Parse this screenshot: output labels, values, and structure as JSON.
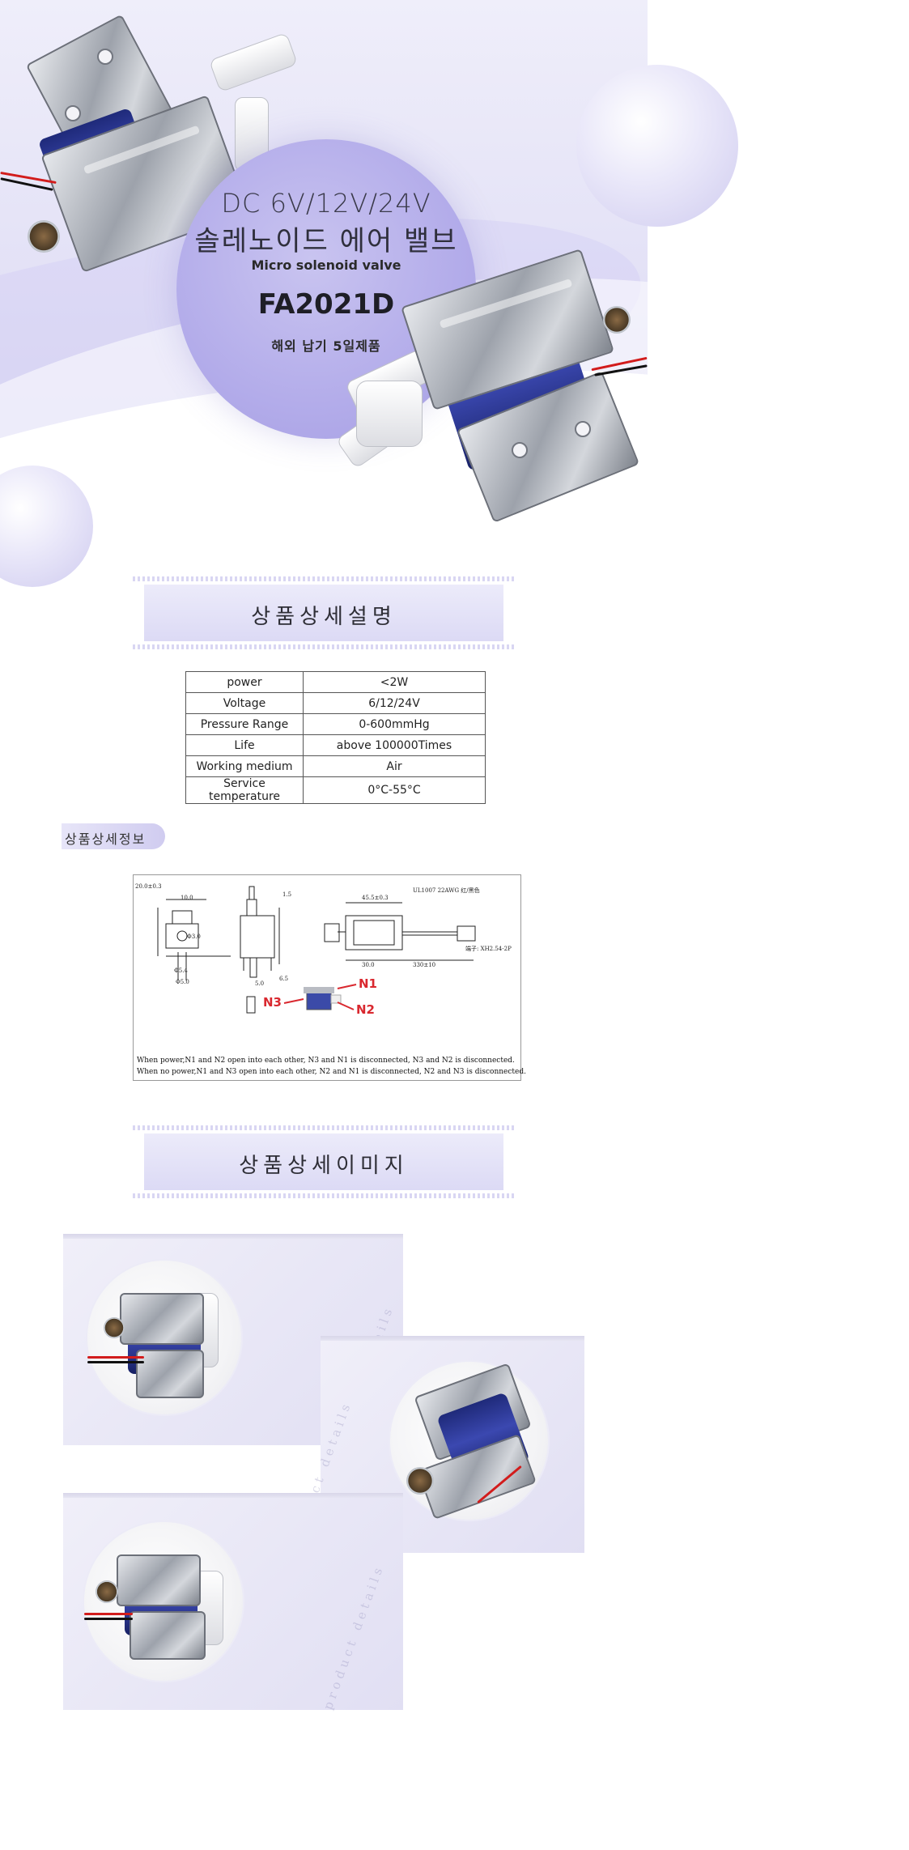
{
  "hero": {
    "line1": "DC 6V/12V/24V",
    "line2": "솔레노이드 에어 밸브",
    "line3": "Micro solenoid valve",
    "model": "FA2021D",
    "line5": "해외 납기 5일제품"
  },
  "section_detail": {
    "title": "상품상세설명"
  },
  "specs": [
    {
      "key": "power",
      "value": "<2W"
    },
    {
      "key": "Voltage",
      "value": "6/12/24V"
    },
    {
      "key": "Pressure Range",
      "value": "0-600mmHg"
    },
    {
      "key": "Life",
      "value": "above 100000Times"
    },
    {
      "key": "Working medium",
      "value": "Air"
    },
    {
      "key": "Service temperature",
      "value": "0°C-55°C"
    }
  ],
  "tag_info": {
    "label": "상품상세정보"
  },
  "diagram": {
    "caption1": "When power,N1 and N2 open into each other, N3 and N1 is disconnected, N3 and N2 is disconnected.",
    "caption2": "When no power,N1 and N3 open into each other, N2 and N1 is disconnected, N2 and N3 is disconnected.",
    "n1": "N1",
    "n2": "N2",
    "n3": "N3",
    "dims": [
      "20.0±0.3",
      "10.0",
      "Φ3.0",
      "Φ5.4",
      "Φ5.0",
      "45.5±0.3",
      "30.0",
      "330±10",
      "UL1007 22AWG 红/黑色",
      "端子: XH2.54-2P",
      "5.0",
      "1.5",
      "6.5"
    ]
  },
  "section_images": {
    "title": "상품상세이미지"
  },
  "watermark": "product details"
}
